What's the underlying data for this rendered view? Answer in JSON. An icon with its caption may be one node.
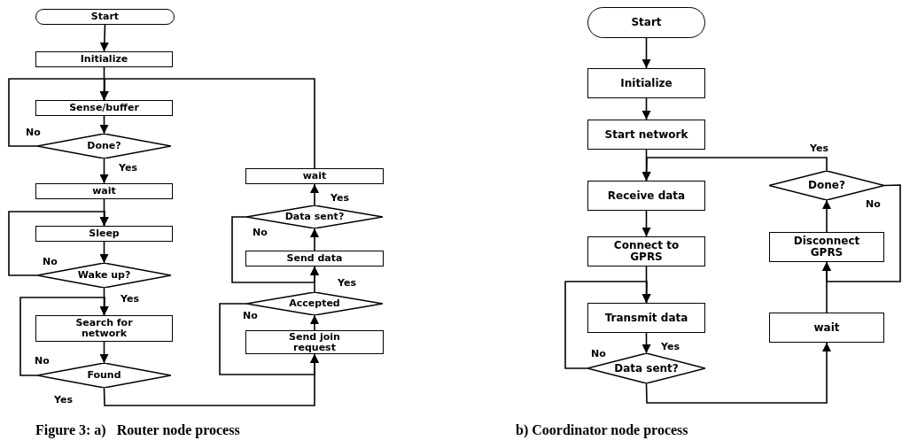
{
  "diagram": {
    "nodes": [
      {
        "text": [
          "Start"
        ]
      },
      {
        "text": [
          "Initialize"
        ]
      },
      {
        "text": [
          "Sense/buffer"
        ]
      },
      {
        "text": [
          "Done?"
        ]
      },
      {
        "text": [
          "wait"
        ]
      },
      {
        "text": [
          "Sleep"
        ]
      },
      {
        "text": [
          "Wake up?"
        ]
      },
      {
        "text": [
          "Search for network"
        ]
      },
      {
        "text": [
          "Found"
        ]
      },
      {
        "text": [
          "Send join request"
        ]
      },
      {
        "text": [
          "Accepted"
        ]
      },
      {
        "text": [
          "Send data"
        ]
      },
      {
        "text": [
          "Data sent?"
        ]
      },
      {
        "text": [
          "wait"
        ]
      },
      {
        "text": [
          "Start"
        ]
      },
      {
        "text": [
          "Initialize"
        ]
      },
      {
        "text": [
          "Start network"
        ]
      },
      {
        "text": [
          "Receive data"
        ]
      },
      {
        "text": [
          "Connect to GPRS"
        ]
      },
      {
        "text": [
          "Transmit data"
        ]
      },
      {
        "text": [
          "Data sent?"
        ]
      },
      {
        "text": [
          "Done?"
        ]
      },
      {
        "text": [
          "Disconnect GPRS"
        ]
      },
      {
        "text": [
          "wait"
        ]
      }
    ],
    "edges": [
      {
        "from": 0,
        "to": 1,
        "arrow": "to"
      },
      {
        "from": 1,
        "to": 2,
        "arrow": "to"
      },
      {
        "from": 2,
        "to": 3,
        "arrow": "to"
      },
      {
        "from": 3,
        "to": 2,
        "arrow": "to",
        "label": "No"
      },
      {
        "from": 3,
        "to": 4,
        "arrow": "to",
        "label": "Yes"
      },
      {
        "from": 4,
        "to": 5,
        "arrow": "to"
      },
      {
        "from": 5,
        "to": 6,
        "arrow": "to"
      },
      {
        "from": 6,
        "to": 5,
        "arrow": "to",
        "label": "No"
      },
      {
        "from": 6,
        "to": 7,
        "arrow": "to",
        "label": "Yes"
      },
      {
        "from": 7,
        "to": 8,
        "arrow": "to"
      },
      {
        "from": 8,
        "to": 7,
        "arrow": "to",
        "label": "No"
      },
      {
        "from": 8,
        "to": 9,
        "arrow": "to",
        "label": "Yes"
      },
      {
        "from": 9,
        "to": 10,
        "arrow": "to"
      },
      {
        "from": 10,
        "to": 9,
        "arrow": "to",
        "label": "No"
      },
      {
        "from": 10,
        "to": 11,
        "arrow": "to",
        "label": "Yes"
      },
      {
        "from": 11,
        "to": 12,
        "arrow": "to"
      },
      {
        "from": 12,
        "to": 11,
        "arrow": "to",
        "label": "No"
      },
      {
        "from": 12,
        "to": 13,
        "arrow": "to",
        "label": "Yes"
      },
      {
        "from": 13,
        "to": 2,
        "arrow": "to"
      },
      {
        "from": 14,
        "to": 15,
        "arrow": "to"
      },
      {
        "from": 15,
        "to": 16,
        "arrow": "to"
      },
      {
        "from": 16,
        "to": 17,
        "arrow": "to"
      },
      {
        "from": 17,
        "to": 18,
        "arrow": "to"
      },
      {
        "from": 18,
        "to": 19,
        "arrow": "to"
      },
      {
        "from": 19,
        "to": 20,
        "arrow": "to",
        "label": "Yes"
      },
      {
        "from": 20,
        "to": 19,
        "arrow": "to",
        "label": "No"
      },
      {
        "from": 20,
        "to": 23,
        "arrow": "to"
      },
      {
        "from": 23,
        "to": 22,
        "arrow": "to"
      },
      {
        "from": 22,
        "to": 21,
        "arrow": "to"
      },
      {
        "from": 21,
        "to": 17,
        "arrow": "to",
        "label": "Yes"
      },
      {
        "from": 21,
        "to": 22,
        "arrow": "to",
        "label": "No"
      }
    ],
    "labels": [
      "Figure 3: a)   Router node process",
      "b) Coordinator node process"
    ]
  }
}
